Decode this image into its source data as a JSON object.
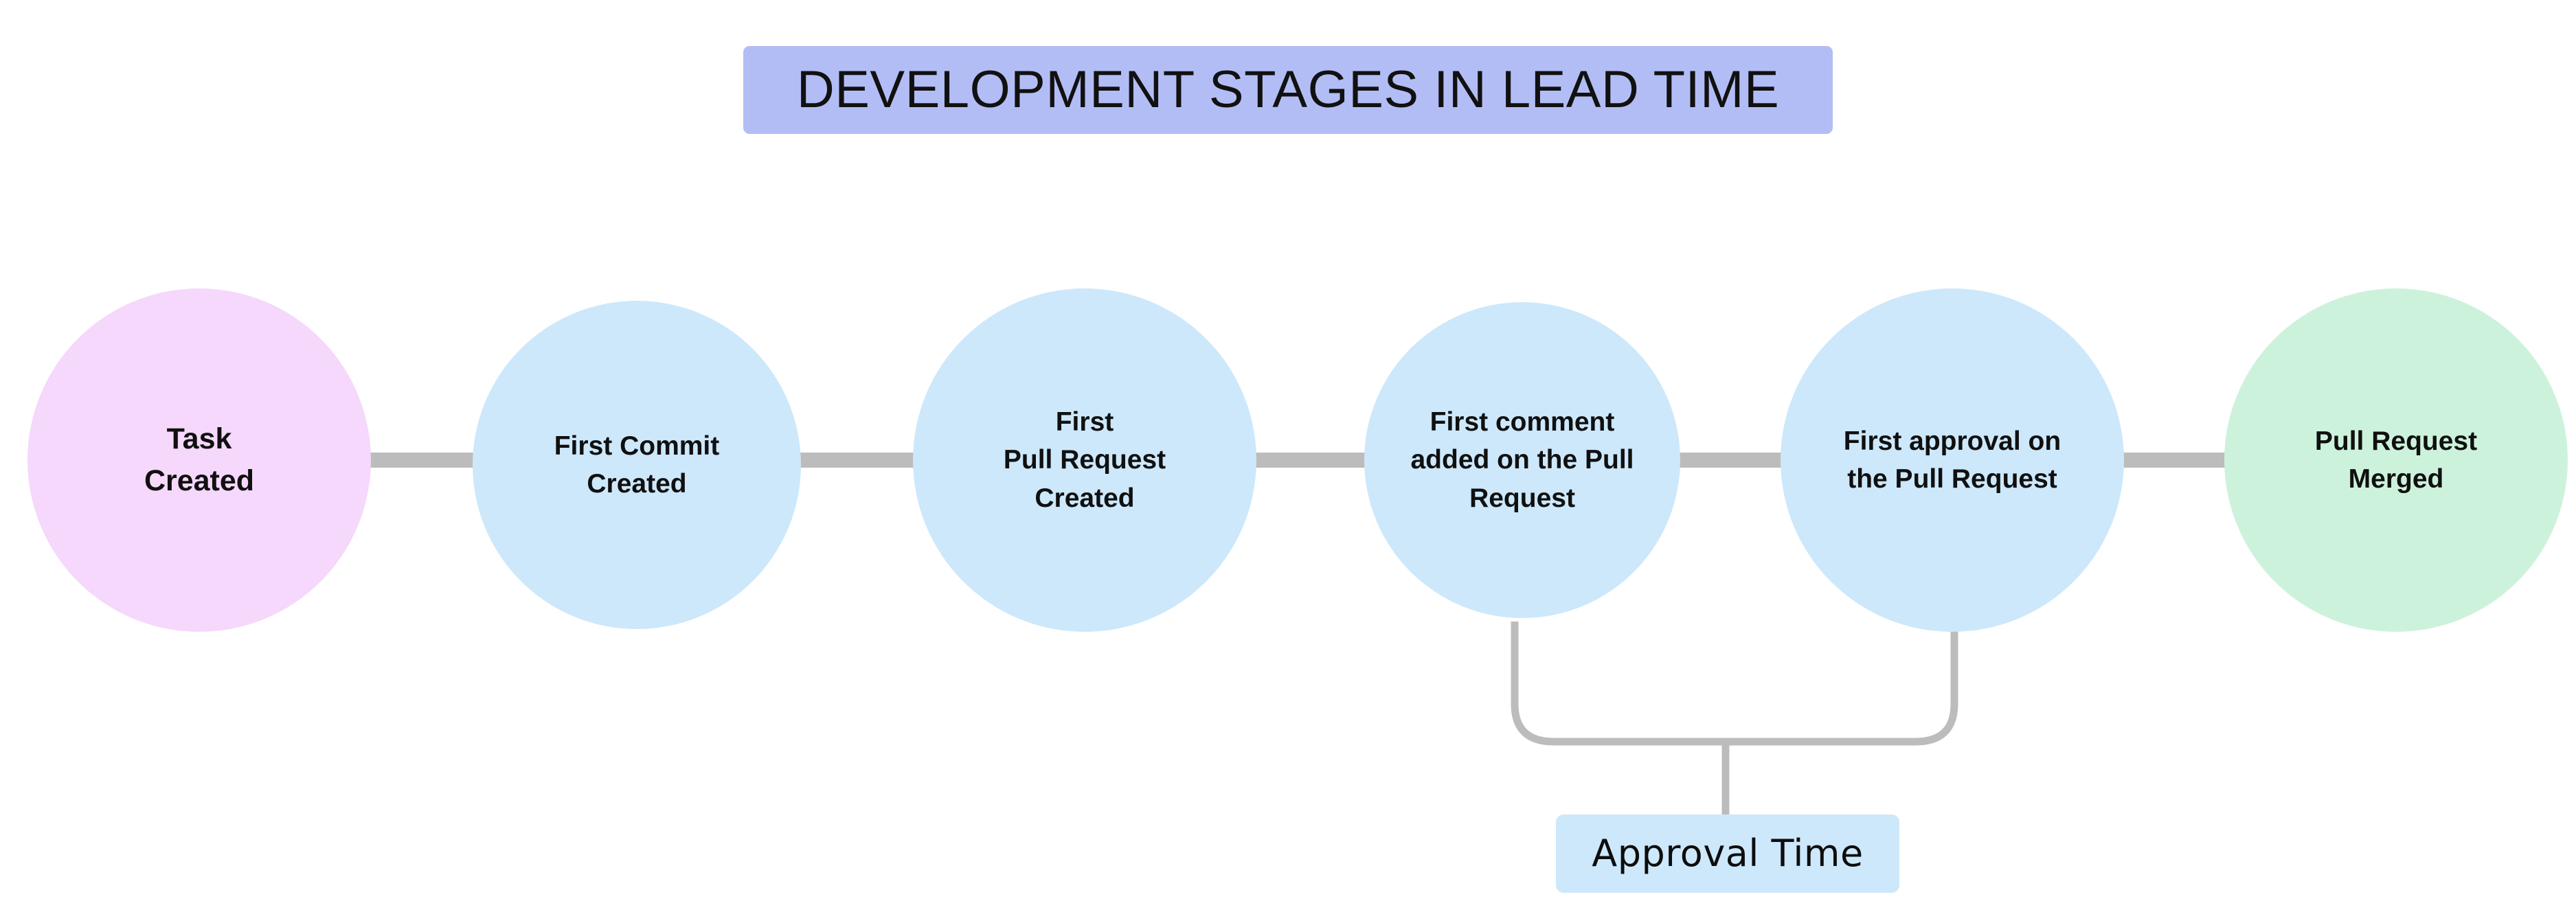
{
  "diagram": {
    "title": "DEVELOPMENT STAGES IN LEAD TIME",
    "type": "horizontal-process-flow",
    "colors": {
      "title_banner": "#b3bdf5",
      "start_node": "#f5d8fb",
      "stage_node": "#cde8fb",
      "end_node": "#cdf2dc",
      "connector": "#bcbcbc",
      "annotation_chip": "#cde8fb",
      "text": "#101010",
      "background": "#ffffff"
    },
    "nodes": [
      {
        "id": "task-created",
        "label": "Task\nCreated",
        "shape": "circle",
        "color": "#f5d8fb"
      },
      {
        "id": "first-commit",
        "label": "First Commit\nCreated",
        "shape": "circle",
        "color": "#cde8fb"
      },
      {
        "id": "first-pull-request",
        "label": "First\nPull Request\nCreated",
        "shape": "circle",
        "color": "#cde8fb"
      },
      {
        "id": "first-comment",
        "label": "First comment\nadded on the Pull\nRequest",
        "shape": "circle",
        "color": "#cde8fb"
      },
      {
        "id": "first-approval",
        "label": "First approval on\nthe Pull Request",
        "shape": "circle",
        "color": "#cde8fb"
      },
      {
        "id": "pull-request-merged",
        "label": "Pull Request\nMerged",
        "shape": "circle",
        "color": "#cdf2dc"
      }
    ],
    "connectors": [
      {
        "from": "task-created",
        "to": "first-commit",
        "style": "straight-bar"
      },
      {
        "from": "first-commit",
        "to": "first-pull-request",
        "style": "straight-bar"
      },
      {
        "from": "first-pull-request",
        "to": "first-comment",
        "style": "straight-bar"
      },
      {
        "from": "first-comment",
        "to": "first-approval",
        "style": "straight-bar"
      },
      {
        "from": "first-approval",
        "to": "pull-request-merged",
        "style": "straight-bar"
      }
    ],
    "annotations": [
      {
        "id": "approval-time",
        "label": "Approval Time",
        "spans_from": "first-comment",
        "spans_to": "first-approval",
        "style": "bracket-below",
        "color": "#cde8fb"
      }
    ]
  }
}
